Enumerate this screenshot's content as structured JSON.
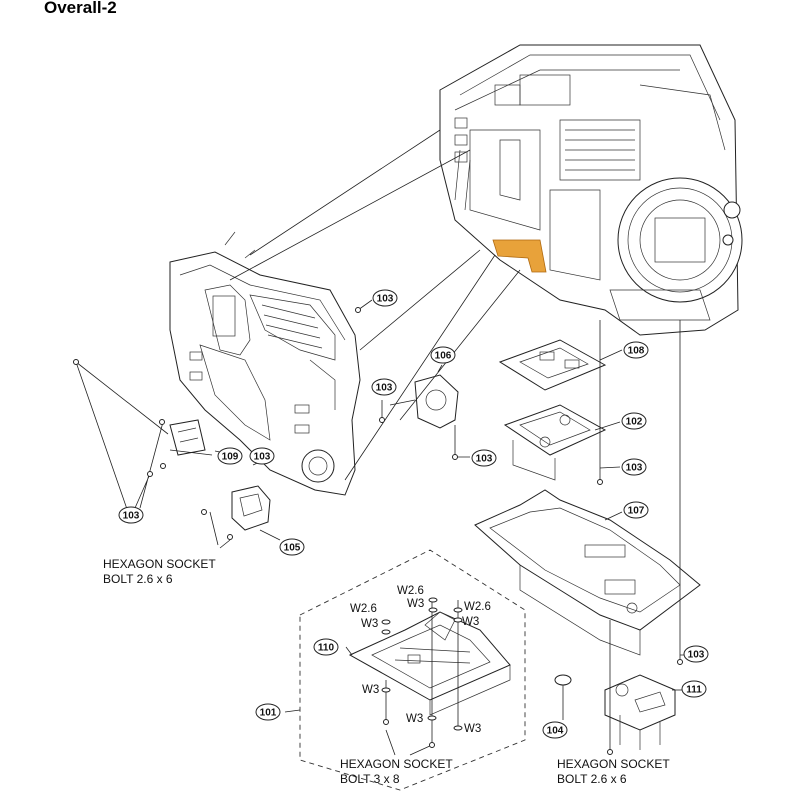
{
  "title": "Overall-2",
  "callouts": {
    "c101": "101",
    "c102": "102",
    "c103a": "103",
    "c103b": "103",
    "c103c": "103",
    "c103d": "103",
    "c103e": "103",
    "c103f": "103",
    "c103g": "103",
    "c104": "104",
    "c105": "105",
    "c106": "106",
    "c107": "107",
    "c108": "108",
    "c109": "109",
    "c110": "110",
    "c111": "111"
  },
  "notes": {
    "bolt_left_1": "HEXAGON SOCKET",
    "bolt_left_2": "BOLT 2.6 x 6",
    "bolt_mid_1": "HEXAGON SOCKET",
    "bolt_mid_2": "BOLT 3 x 8",
    "bolt_right_1": "HEXAGON SOCKET",
    "bolt_right_2": "BOLT 2.6 x 6"
  },
  "washers": {
    "w1": "W2.6",
    "w2": "W3",
    "w3": "W2.6",
    "w4": "W3",
    "w5": "W2.6",
    "w6": "W3",
    "w7": "W3",
    "w8": "W3",
    "w9": "W3"
  },
  "colors": {
    "highlight": "#e8a23a",
    "line": "#222222"
  }
}
